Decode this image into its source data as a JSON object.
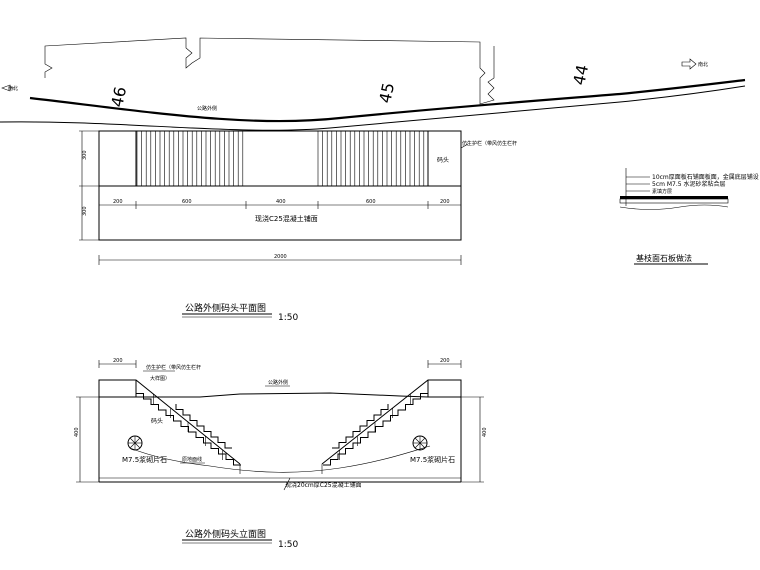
{
  "road": {
    "left_label": "南北",
    "right_label": "南北",
    "side_label": "公路外侧",
    "stations": [
      "46",
      "45",
      "44"
    ]
  },
  "plan": {
    "railing_note": "仿生护栏（带风仿生栏杆",
    "pier_head_label": "码头",
    "material_label": "现浇C25混凝土铺面",
    "dims_vertical": [
      "300",
      "300"
    ],
    "dims_horizontal": [
      "200",
      "600",
      "400",
      "600",
      "200"
    ],
    "total_width": "2000",
    "title": "公路外侧码头平面图",
    "scale": "1:50"
  },
  "detail": {
    "layer1": "10cm厚面板石铺面板面，金属底层铺设",
    "layer2": "5cm M7.5 水泥砂浆粘合层",
    "layer3": "素填方层",
    "title": "基枝面石板做法"
  },
  "elevation": {
    "dim_top_left": "200",
    "dim_top_right": "200",
    "railing_note_line1": "仿生护栏（带风仿生栏杆",
    "railing_note_line2": "大样图）",
    "side_label": "公路外侧",
    "pier_head_label": "码头",
    "mortar_left": "M7.5浆砌片石",
    "mortar_right": "M7.5浆砌片石",
    "ground_label": "原地面线",
    "base_label": "现浇20cm厚C25混凝土铺面",
    "height_left": "400",
    "height_right": "400",
    "title": "公路外侧码头立面图",
    "scale": "1:50"
  }
}
